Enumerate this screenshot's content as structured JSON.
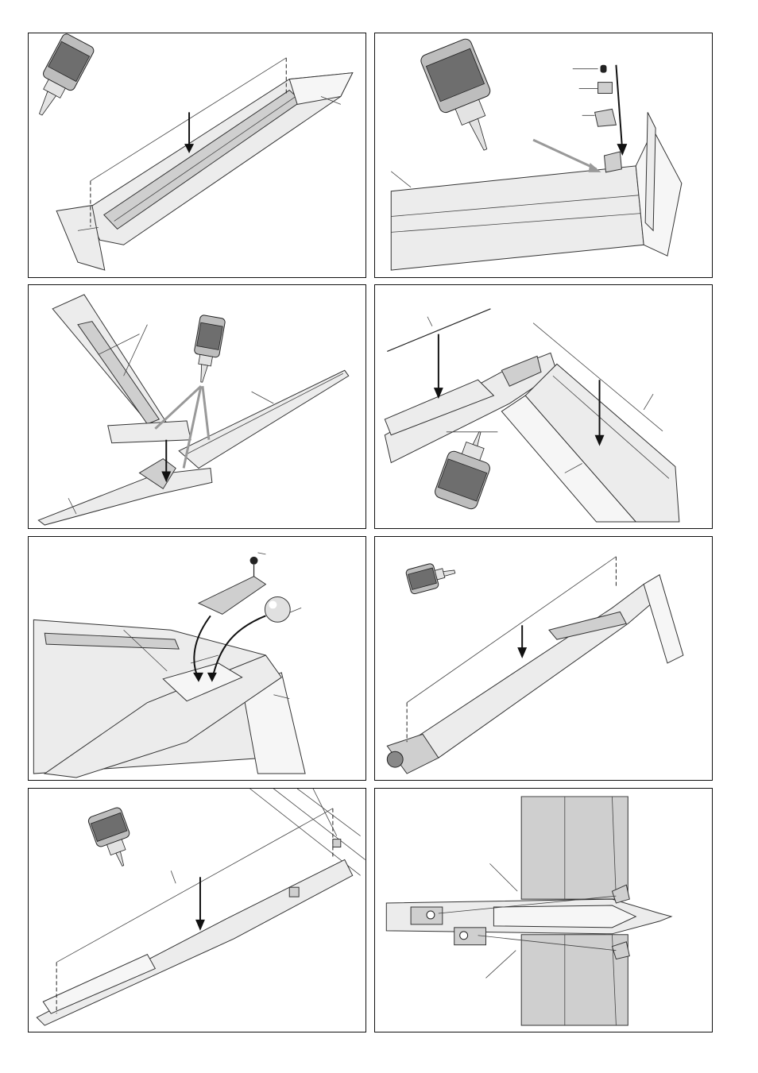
{
  "page": {
    "panels": [
      {
        "id": "tailplane-gluing"
      },
      {
        "id": "horn-fitting"
      },
      {
        "id": "tail-assembly"
      },
      {
        "id": "wing-joiner"
      },
      {
        "id": "canopy-fitting"
      },
      {
        "id": "fuselage-spine"
      },
      {
        "id": "wing-root-joining"
      },
      {
        "id": "rudder-linkage-top-view"
      }
    ]
  },
  "colors": {
    "ink": "#222222",
    "glue_arrow": "#999999",
    "part": "#ececec"
  },
  "icons": [
    "glue-bottle-icon",
    "arrow-down-icon",
    "screw-icon",
    "ball-icon"
  ]
}
